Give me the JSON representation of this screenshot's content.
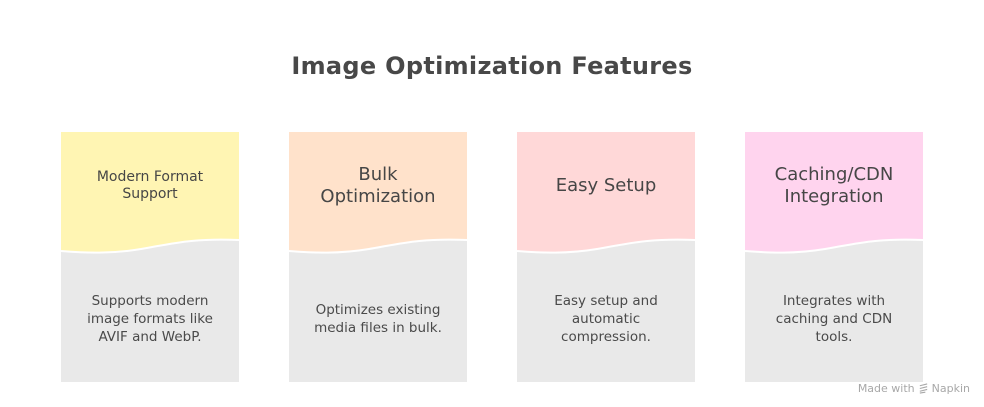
{
  "title": "Image Optimization Features",
  "cards": [
    {
      "heading": "Modern Format Support",
      "description": "Supports modern image formats like AVIF and WebP.",
      "color": "#fff5b3"
    },
    {
      "heading": "Bulk Optimization",
      "description": "Optimizes existing media files in bulk.",
      "color": "#ffe2cb"
    },
    {
      "heading": "Easy Setup",
      "description": "Easy setup and automatic compression.",
      "color": "#ffd8d8"
    },
    {
      "heading": "Caching/CDN Integration",
      "description": "Integrates with caching and CDN tools.",
      "color": "#ffd4ee"
    }
  ],
  "body_color": "#e9e9e9",
  "footer": {
    "prefix": "Made with",
    "brand": "Napkin",
    "icon": "napkin-logo-icon"
  }
}
